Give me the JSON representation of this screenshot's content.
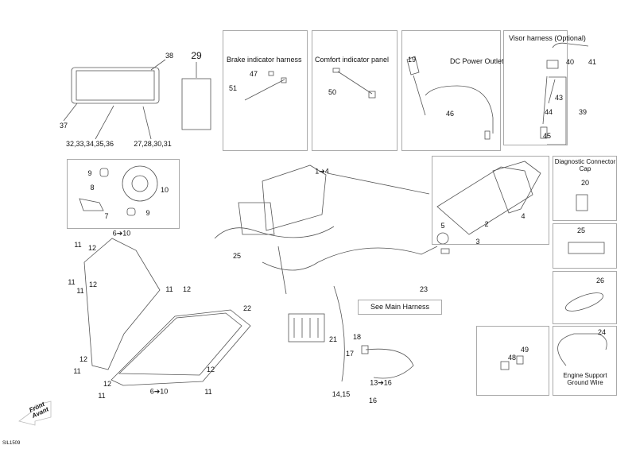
{
  "panels": {
    "brake": "Brake indicator harness",
    "comfort": "Comfort indicator panel",
    "dc": "DC Power Outlet",
    "visor": "Visor harness (Optional)",
    "diagnostic": "Diagnostic Connector Cap",
    "ground": "Engine Support Ground Wire",
    "main_harness": "See Main Harness"
  },
  "front_arrow": {
    "line1": "Front",
    "line2": "Avant"
  },
  "drawing_code": "SIL1509",
  "callouts": [
    "38",
    "29",
    "37",
    "32,33,34,35,36",
    "27,28,30,31",
    "47",
    "51",
    "50",
    "19",
    "46",
    "40",
    "41",
    "43",
    "44",
    "39",
    "45",
    "9",
    "10",
    "8",
    "7",
    "9",
    "6➔10",
    "11",
    "12",
    "11",
    "11",
    "12",
    "11",
    "12",
    "12",
    "11",
    "12",
    "11",
    "6➔10",
    "12",
    "11",
    "1➔4",
    "4",
    "2",
    "5",
    "3",
    "25",
    "22",
    "21",
    "23",
    "18",
    "17",
    "13➔16",
    "14,15",
    "16",
    "20",
    "25",
    "26",
    "24",
    "49",
    "48"
  ]
}
